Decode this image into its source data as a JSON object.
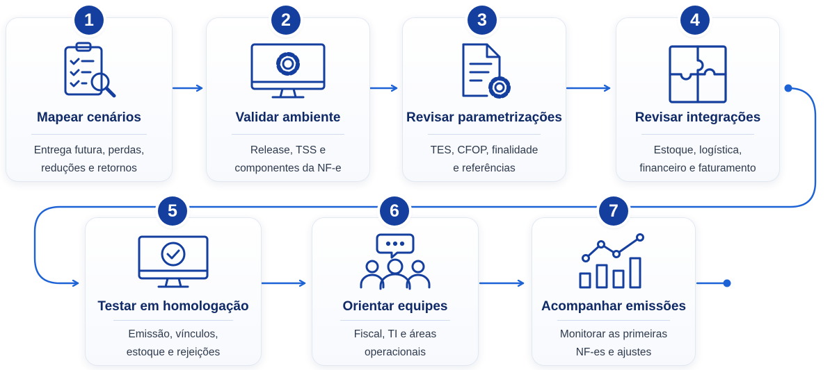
{
  "steps": [
    {
      "number": "1",
      "title": "Mapear cenários",
      "desc": [
        "Entrega futura, perdas,",
        "reduções e retornos"
      ],
      "icon": "clipboard-search-icon"
    },
    {
      "number": "2",
      "title": "Validar ambiente",
      "desc": [
        "Release, TSS e",
        "componentes da NF-e"
      ],
      "icon": "monitor-gear-icon"
    },
    {
      "number": "3",
      "title": "Revisar parametrizações",
      "desc": [
        "TES, CFOP, finalidade",
        "e referências"
      ],
      "icon": "document-gear-icon"
    },
    {
      "number": "4",
      "title": "Revisar integrações",
      "desc": [
        "Estoque, logística,",
        "financeiro e faturamento"
      ],
      "icon": "puzzle-icon"
    },
    {
      "number": "5",
      "title": "Testar em homologação",
      "desc": [
        "Emissão, vínculos,",
        "estoque e rejeições"
      ],
      "icon": "monitor-check-icon"
    },
    {
      "number": "6",
      "title": "Orientar equipes",
      "desc": [
        "Fiscal, TI e áreas",
        "operacionais"
      ],
      "icon": "team-chat-icon"
    },
    {
      "number": "7",
      "title": "Acompanhar emissões",
      "desc": [
        "Monitorar as primeiras",
        "NF-es e ajustes"
      ],
      "icon": "growth-chart-icon"
    }
  ],
  "colors": {
    "primary": "#143f9e",
    "accent": "#1e63d6",
    "text": "#0f2a66"
  }
}
